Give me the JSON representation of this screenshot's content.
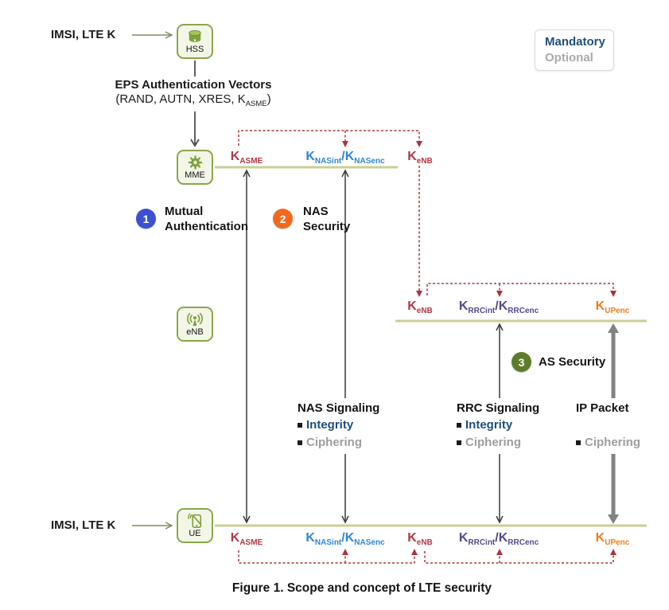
{
  "caption": "Figure 1. Scope and concept of LTE security",
  "legend": {
    "mandatory": "Mandatory",
    "optional": "Optional"
  },
  "inputs": {
    "top": "IMSI, LTE K",
    "bottom": "IMSI, LTE K"
  },
  "eps": {
    "title": "EPS Authentication Vectors",
    "params_pre": "(RAND, AUTN, XRES, K",
    "params_sub": "ASME",
    "params_post": ")"
  },
  "nodes": {
    "hss": "HSS",
    "mme": "MME",
    "enb": "eNB",
    "ue": "UE"
  },
  "keys": {
    "slash": "/",
    "kasme": {
      "main": "K",
      "sub": "ASME"
    },
    "knasint": {
      "main": "K",
      "sub": "NASint"
    },
    "knasenc": {
      "main": "K",
      "sub": "NASenc"
    },
    "kenb": {
      "main": "K",
      "sub": "eNB"
    },
    "krrcint": {
      "main": "K",
      "sub": "RRCint"
    },
    "krrcenc": {
      "main": "K",
      "sub": "RRCenc"
    },
    "kupenc": {
      "main": "K",
      "sub": "UPenc"
    }
  },
  "steps": [
    {
      "num": "1",
      "label": "Mutual Authentication"
    },
    {
      "num": "2",
      "label": "NAS Security"
    },
    {
      "num": "3",
      "label": "AS Security"
    }
  ],
  "signaling": [
    {
      "title": "NAS Signaling",
      "items": [
        {
          "label": "Integrity",
          "type": "mandatory"
        },
        {
          "label": "Ciphering",
          "type": "optional"
        }
      ]
    },
    {
      "title": "RRC Signaling",
      "items": [
        {
          "label": "Integrity",
          "type": "mandatory"
        },
        {
          "label": "Ciphering",
          "type": "optional"
        }
      ]
    },
    {
      "title": "IP Packet",
      "items": [
        {
          "label": "Ciphering",
          "type": "optional"
        }
      ]
    }
  ],
  "colors": {
    "mandatory_text": "#1f4e79",
    "optional_text": "#9e9e9e",
    "key_red": "#b03745",
    "key_blue": "#2e86d2",
    "key_purple": "#54498e",
    "key_orange": "#ee7d1a",
    "dashed_red": "#a8353f",
    "bus_line_olive": "#cbcf96",
    "node_border_green": "#8aa64b",
    "node_fill_green": "#f3f6e7",
    "step1_blue": "#3b50d2",
    "step2_orange": "#f2691e",
    "step3_green": "#5d7d2b",
    "thick_arrow_gray": "#828282"
  }
}
